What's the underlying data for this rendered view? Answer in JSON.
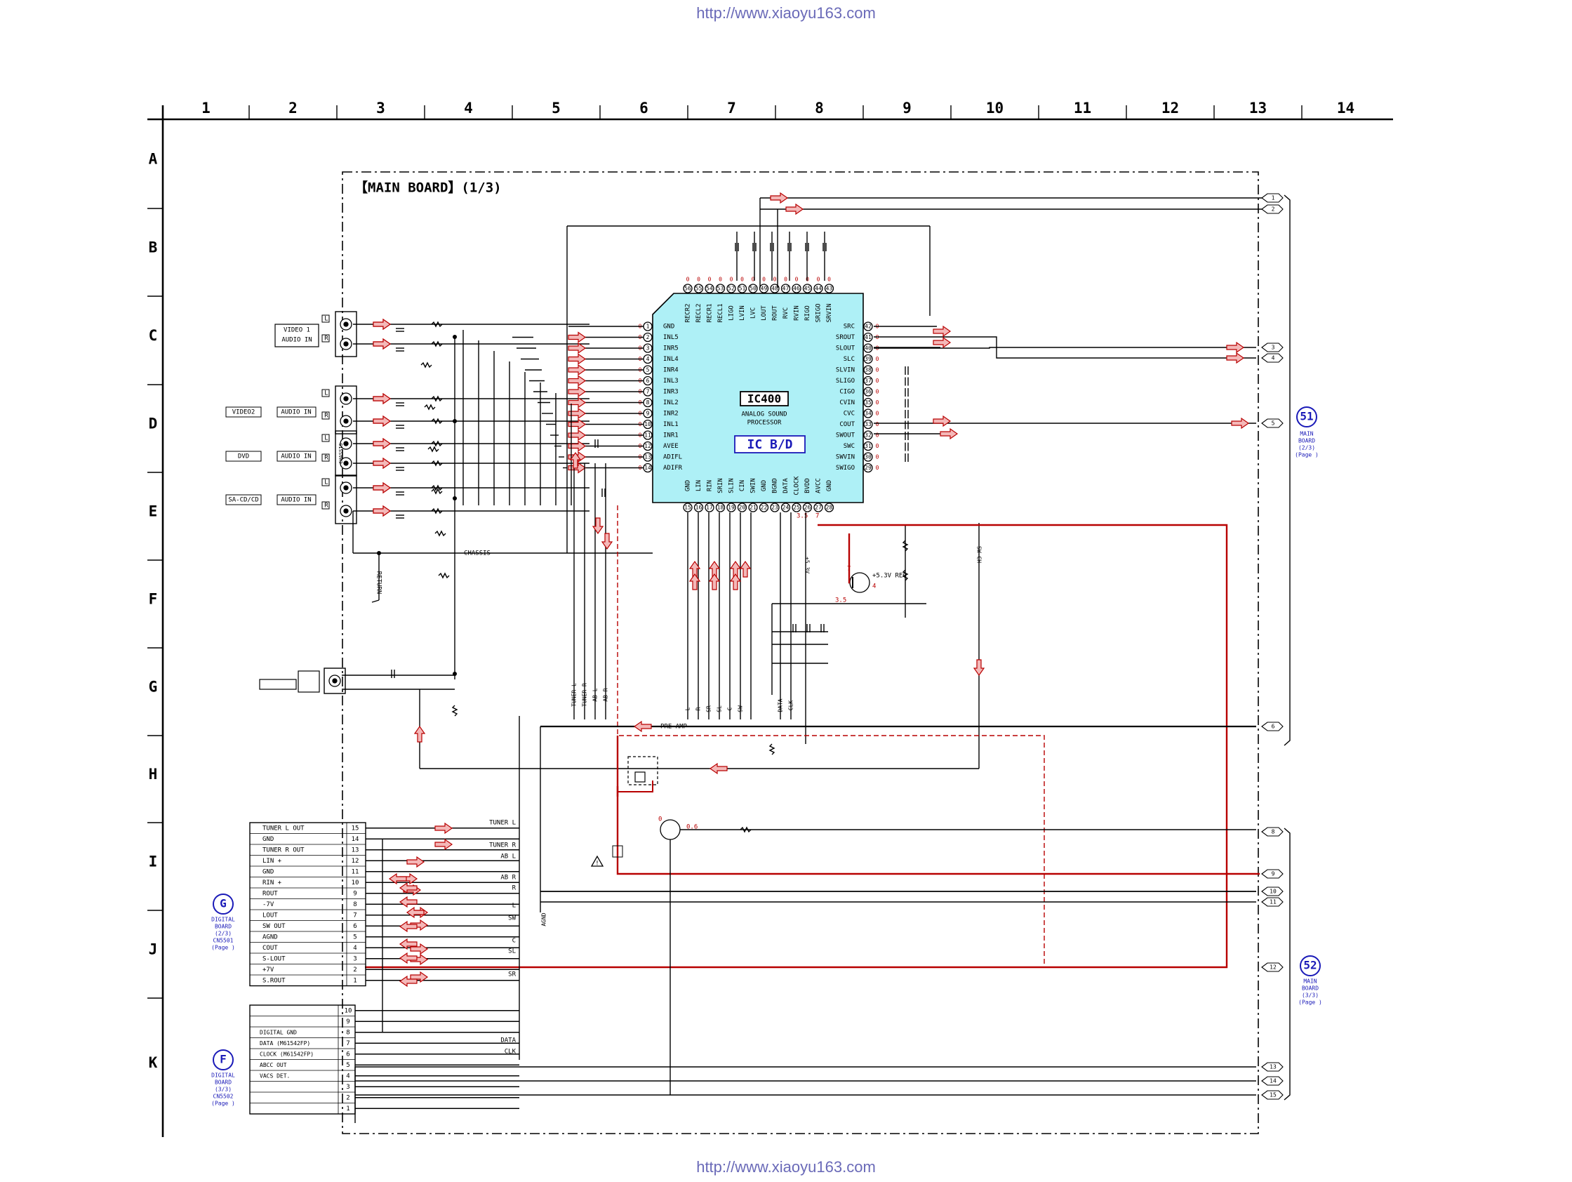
{
  "source_url": "http://www.xiaoyu163.com",
  "columns": [
    "1",
    "2",
    "3",
    "4",
    "5",
    "6",
    "7",
    "8",
    "9",
    "10",
    "11",
    "12",
    "13",
    "14"
  ],
  "rows": [
    "A",
    "B",
    "C",
    "D",
    "E",
    "F",
    "G",
    "H",
    "I",
    "J",
    "K"
  ],
  "board_title": "【MAIN BOARD】(1/3)",
  "ic": {
    "ref": "IC400",
    "desc1": "ANALOG SOUND",
    "desc2": "PROCESSOR",
    "label": "IC B/D",
    "fill": "#aef0f6",
    "left_pins": [
      {
        "n": "1",
        "name": "GND"
      },
      {
        "n": "2",
        "name": "INL5"
      },
      {
        "n": "3",
        "name": "INR5"
      },
      {
        "n": "4",
        "name": "INL4"
      },
      {
        "n": "5",
        "name": "INR4"
      },
      {
        "n": "6",
        "name": "INL3"
      },
      {
        "n": "7",
        "name": "INR3"
      },
      {
        "n": "8",
        "name": "INL2"
      },
      {
        "n": "9",
        "name": "INR2"
      },
      {
        "n": "10",
        "name": "INL1"
      },
      {
        "n": "11",
        "name": "INR1"
      },
      {
        "n": "12",
        "name": "AVEE"
      },
      {
        "n": "13",
        "name": "ADIFL"
      },
      {
        "n": "14",
        "name": "ADIFR"
      }
    ],
    "right_pins": [
      {
        "n": "42",
        "name": "SRC"
      },
      {
        "n": "41",
        "name": "SROUT"
      },
      {
        "n": "40",
        "name": "SLOUT"
      },
      {
        "n": "39",
        "name": "SLC"
      },
      {
        "n": "38",
        "name": "SLVIN"
      },
      {
        "n": "37",
        "name": "SLIGO"
      },
      {
        "n": "36",
        "name": "CIGO"
      },
      {
        "n": "35",
        "name": "CVIN"
      },
      {
        "n": "34",
        "name": "CVC"
      },
      {
        "n": "33",
        "name": "COUT"
      },
      {
        "n": "32",
        "name": "SWOUT"
      },
      {
        "n": "31",
        "name": "SWC"
      },
      {
        "n": "30",
        "name": "SWVIN"
      },
      {
        "n": "29",
        "name": "SWIGO"
      }
    ],
    "top_pins": [
      {
        "n": "56",
        "name": "RECR2"
      },
      {
        "n": "55",
        "name": "RECL2"
      },
      {
        "n": "54",
        "name": "RECR1"
      },
      {
        "n": "53",
        "name": "RECL1"
      },
      {
        "n": "52",
        "name": "LIGO"
      },
      {
        "n": "51",
        "name": "LVIN"
      },
      {
        "n": "50",
        "name": "LVC"
      },
      {
        "n": "49",
        "name": "LOUT"
      },
      {
        "n": "48",
        "name": "ROUT"
      },
      {
        "n": "47",
        "name": "RVC"
      },
      {
        "n": "46",
        "name": "RVIN"
      },
      {
        "n": "45",
        "name": "RIGO"
      },
      {
        "n": "44",
        "name": "SRIGO"
      },
      {
        "n": "43",
        "name": "SRVIN"
      }
    ],
    "bottom_pins": [
      {
        "n": "15",
        "name": "GND"
      },
      {
        "n": "16",
        "name": "LIN"
      },
      {
        "n": "17",
        "name": "RIN"
      },
      {
        "n": "18",
        "name": "SRIN"
      },
      {
        "n": "19",
        "name": "SLIN"
      },
      {
        "n": "20",
        "name": "CIN"
      },
      {
        "n": "21",
        "name": "SWIN"
      },
      {
        "n": "22",
        "name": "GND"
      },
      {
        "n": "23",
        "name": "BGND"
      },
      {
        "n": "24",
        "name": "DATA"
      },
      {
        "n": "25",
        "name": "CLOCK"
      },
      {
        "n": "26",
        "name": "BVDD"
      },
      {
        "n": "27",
        "name": "AVCC"
      },
      {
        "n": "28",
        "name": "GND"
      }
    ]
  },
  "jacks": [
    {
      "name": "VIDEO 1\nAUDIO IN"
    },
    {
      "name": "VIDEO2",
      "sub": "AUDIO IN"
    },
    {
      "name": "DVD",
      "sub": "AUDIO IN"
    },
    {
      "name": "SA-CD/CD",
      "sub": "AUDIO IN"
    }
  ],
  "lr": {
    "l": "L",
    "r": "R"
  },
  "chassis_label": "CHASSIS",
  "chassis_v": "CHASSIS",
  "return_label": "RETURN",
  "reg_label": "+5.3V REG",
  "v53": "+5.3V",
  "preamp_label": "PRE AMP",
  "swch_label": "SW-CH",
  "agnd_label": "AGND",
  "volt": {
    "r1": "7",
    "r2": "4",
    "r3": "3.5",
    "r4": "3.5",
    "r5": "7",
    "q": "0",
    "q2": "0.6",
    "zero": "0"
  },
  "vertical_bus": [
    "TUNER L",
    "TUNER R",
    "AB L",
    "AB R"
  ],
  "bottom_bus": [
    "L",
    "R",
    "SR",
    "SL",
    "C",
    "SW",
    "DATA",
    "CLK"
  ],
  "digital_board_g": {
    "letter": "G",
    "lines": [
      "DIGITAL",
      "BOARD",
      "(2/3)",
      "CN5501",
      "(Page   )"
    ],
    "pins": [
      {
        "n": "15",
        "name": "TUNER L OUT"
      },
      {
        "n": "14",
        "name": "GND"
      },
      {
        "n": "13",
        "name": "TUNER R OUT"
      },
      {
        "n": "12",
        "name": "LIN +"
      },
      {
        "n": "11",
        "name": "GND"
      },
      {
        "n": "10",
        "name": "RIN +"
      },
      {
        "n": "9",
        "name": "ROUT"
      },
      {
        "n": "8",
        "name": "-7V"
      },
      {
        "n": "7",
        "name": "LOUT"
      },
      {
        "n": "6",
        "name": "SW OUT"
      },
      {
        "n": "5",
        "name": "AGND"
      },
      {
        "n": "4",
        "name": "COUT"
      },
      {
        "n": "3",
        "name": "S-LOUT"
      },
      {
        "n": "2",
        "name": "+7V"
      },
      {
        "n": "1",
        "name": "S.ROUT"
      }
    ]
  },
  "digital_board_f": {
    "letter": "F",
    "lines": [
      "DIGITAL",
      "BOARD",
      "(3/3)",
      "CN5502",
      "(Page   )"
    ],
    "pins": [
      {
        "n": "10",
        "name": ""
      },
      {
        "n": "9",
        "name": ""
      },
      {
        "n": "8",
        "name": "DIGITAL GND"
      },
      {
        "n": "7",
        "name": "DATA (M61542FP)"
      },
      {
        "n": "6",
        "name": "CLOCK (M61542FP)"
      },
      {
        "n": "5",
        "name": "ABCC OUT"
      },
      {
        "n": "4",
        "name": "VACS DET."
      },
      {
        "n": "3",
        "name": ""
      },
      {
        "n": "2",
        "name": ""
      },
      {
        "n": "1",
        "name": ""
      }
    ]
  },
  "wire_labels_g": [
    {
      "t": "TUNER L"
    },
    {
      "t": "TUNER R"
    },
    {
      "t": "AB L"
    },
    {
      "t": "AB R"
    },
    {
      "t": "R"
    },
    {
      "t": "L"
    },
    {
      "t": "SW"
    },
    {
      "t": "C"
    },
    {
      "t": "SL"
    },
    {
      "t": "SR"
    }
  ],
  "wire_labels_f": [
    {
      "t": "DATA"
    },
    {
      "t": "CLK"
    }
  ],
  "main_board_51": {
    "n": "51",
    "lines": [
      "MAIN",
      "BOARD",
      "(2/3)",
      "(Page   )"
    ]
  },
  "main_board_52": {
    "n": "52",
    "lines": [
      "MAIN",
      "BOARD",
      "(3/3)",
      "(Page   )"
    ]
  },
  "connectors": [
    "1",
    "2",
    "3",
    "4",
    "5",
    "6",
    "8",
    "9",
    "10",
    "11",
    "12",
    "13",
    "14",
    "15"
  ],
  "colors": {
    "line": "#000000",
    "signal": "#b80000",
    "signal_fill": "#f4b8b8",
    "link": "#1a1ab8",
    "ic_fill": "#aef0f6"
  }
}
